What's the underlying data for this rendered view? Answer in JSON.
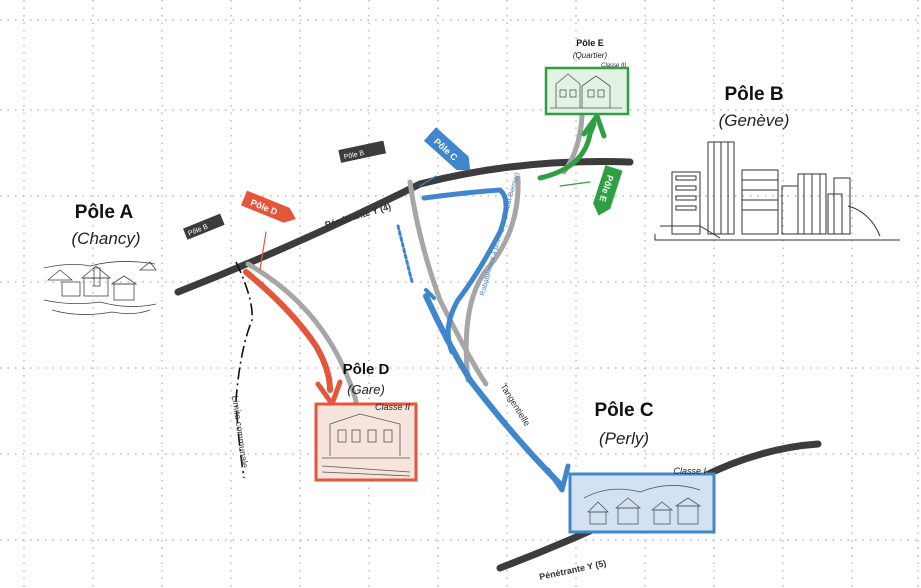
{
  "poles": {
    "a": {
      "name": "Pôle A",
      "place": "(Chancy)"
    },
    "b": {
      "name": "Pôle B",
      "place": "(Genève)"
    },
    "c": {
      "name": "Pôle C",
      "place": "(Perly)",
      "classe": "Classe I"
    },
    "d": {
      "name": "Pôle D",
      "place": "(Gare)",
      "classe": "Classe II"
    },
    "e": {
      "name": "Pôle E",
      "place": "(Quartier)",
      "classe": "Classe III"
    }
  },
  "roads": {
    "penetrante4": "Pénétrante Y (4)",
    "penetrante5": "Pénétrante Y (5)",
    "tangentielle": "Tangentielle",
    "limite": "Limite communale",
    "rabattement": "Rabattement à privilégier (Rabat-Bernier)"
  },
  "signs": {
    "pole_b": "Pôle B",
    "pole_b2": "Pôle B",
    "pole_c": "Pôle C",
    "pole_d": "Pôle D",
    "pole_e": "Pôle E"
  },
  "colors": {
    "road": "#3c3c3c",
    "secondary": "#a6a6a6",
    "pole_d": "#e5553a",
    "pole_c": "#3f86cc",
    "pole_e": "#2ea043",
    "grid": "#9a9a9a"
  }
}
